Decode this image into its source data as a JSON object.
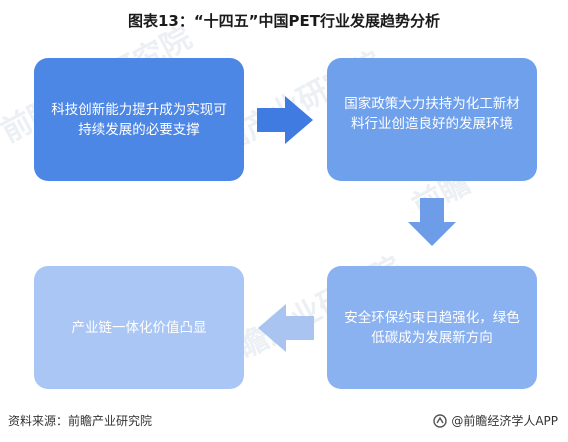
{
  "title": "图表13：“十四五”中国PET行业发展趋势分析",
  "boxes": {
    "b1": "科技创新能力提升成为实现可持续发展的必要支撑",
    "b2": "国家政策大力扶持为化工新材料行业创造良好的发展环境",
    "b3": "安全环保约束日趋强化，绿色低碳成为发展新方向",
    "b4": "产业链一体化价值凸显"
  },
  "footer": {
    "source": "资料来源：前瞻产业研究院",
    "credit": "@前瞻经济学人APP"
  },
  "colors": {
    "box1": "#4d87e6",
    "box2": "#6fa0ec",
    "box3": "#8bb2f0",
    "box4": "#a9c6f4",
    "arrow_dark": "#3f7be0",
    "arrow_mid": "#6d9ce8",
    "arrow_light": "#a9c4f0"
  }
}
